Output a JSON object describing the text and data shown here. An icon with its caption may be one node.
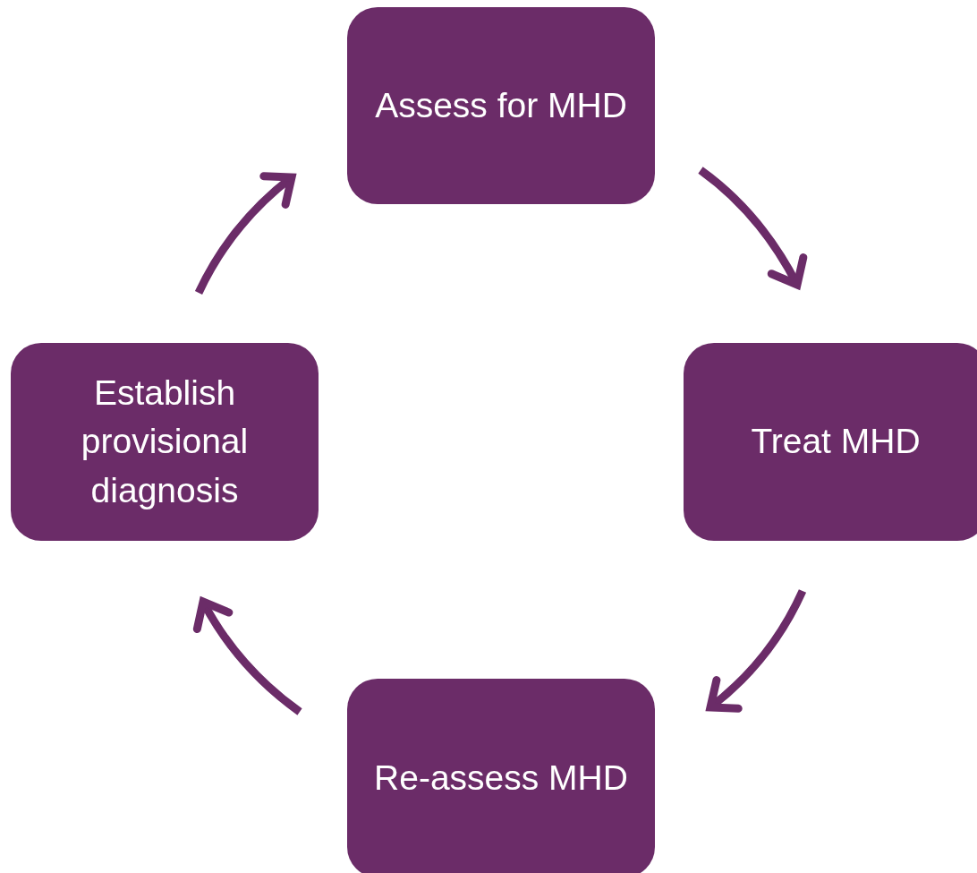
{
  "diagram": {
    "nodes": [
      {
        "text": [
          "Assess for MHD"
        ]
      },
      {
        "text": [
          "Treat MHD"
        ]
      },
      {
        "text": [
          "Re-assess MHD"
        ]
      },
      {
        "text": [
          "Establish provisional diagnosis"
        ]
      }
    ],
    "edges": [
      {
        "from": 0,
        "to": 1,
        "arrow": "to"
      },
      {
        "from": 1,
        "to": 2,
        "arrow": "to"
      },
      {
        "from": 2,
        "to": 3,
        "arrow": "to"
      },
      {
        "from": 3,
        "to": 0,
        "arrow": "to"
      }
    ]
  }
}
